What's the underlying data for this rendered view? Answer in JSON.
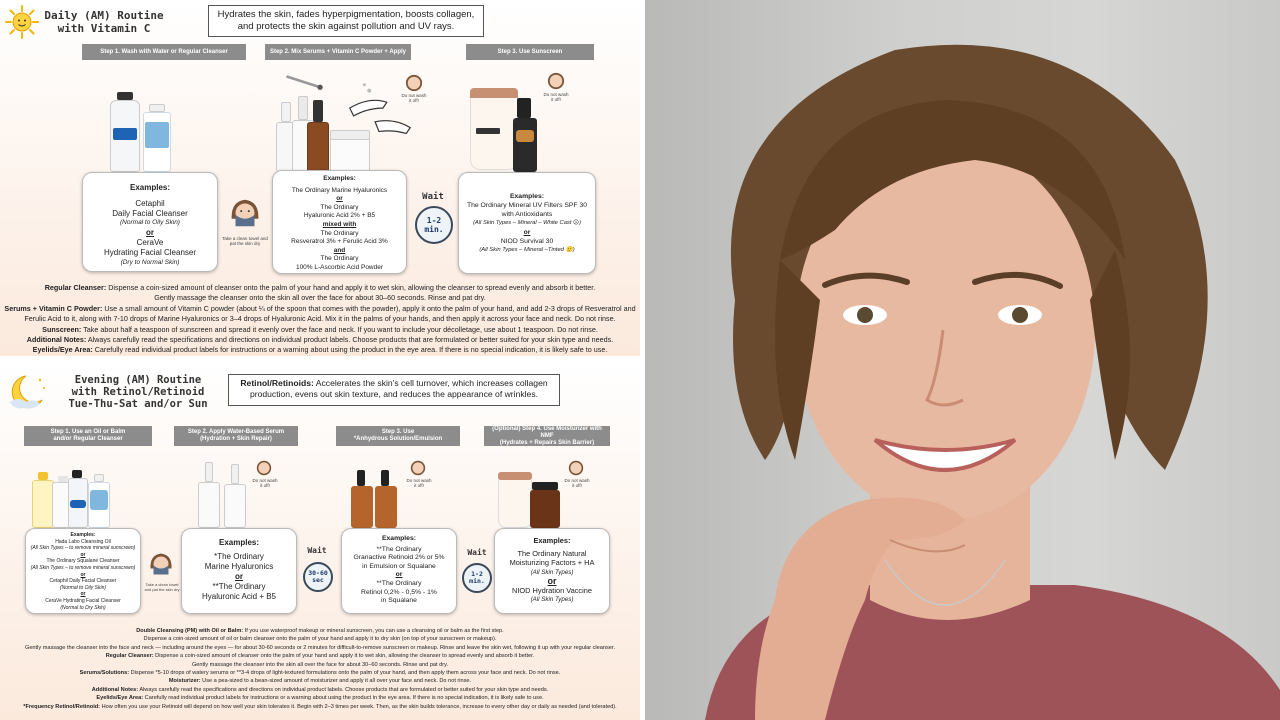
{
  "am": {
    "title": "Daily (AM) Routine\nwith Vitamin C",
    "description": "Hydrates the skin, fades hyperpigmentation, boosts collagen, and protects the skin against pollution and UV rays.",
    "steps": [
      "Step 1. Wash with Water or Regular Cleanser",
      "Step 2. Mix Serums + Vitamin C Powder + Apply",
      "Step 3. Use Sunscreen"
    ],
    "card1": {
      "header": "Examples:",
      "line1": "Cetaphil",
      "line2": "Daily Facial Cleanser",
      "note1": "(Normal to Oily Skin)",
      "or": "or",
      "line3": "CeraVe",
      "line4": "Hydrating Facial Cleanser",
      "note2": "(Dry to Normal Skin)"
    },
    "card2": {
      "header": "Examples:",
      "line1": "The Ordinary Marine Hyaluronics",
      "or1": "or",
      "line2": "The Ordinary",
      "line3": "Hyaluronic Acid 2% + B5",
      "mixed": "mixed with",
      "line4": "The Ordinary",
      "line5": "Resveratrol 3% + Ferulic Acid 3%",
      "and": "and",
      "line6": "The Ordinary",
      "line7": "100% L-Ascorbic Acid Powder"
    },
    "card3": {
      "header": "Examples:",
      "line1": "The Ordinary Mineral UV Filters SPF 30",
      "line2": "with Antioxidants",
      "note1": "(All Skin Types – Mineral – White Cast 😕)",
      "or": "or",
      "line3": "NIOD Survival 30",
      "note2": "(All Skin Types – Mineral –Tinted 🙂)"
    },
    "towel_tip": "Take a clean towel and pat the skin dry",
    "wait": "Wait",
    "clock": "1-2\nmin.",
    "no_wash_1": "Do not wash it off!",
    "no_wash_2": "Do not wash it off!",
    "instructions": [
      {
        "label": "Regular Cleanser:",
        "text": " Dispense a coin-sized amount of cleanser onto the palm of your hand and apply it to wet skin, allowing the cleanser to spread evenly and absorb it better."
      },
      {
        "label": "",
        "text": "Gently massage the cleanser onto the skin all over the face for about 30–60 seconds. Rinse and pat dry."
      },
      {
        "label": "Serums + Vitamin C Powder:",
        "text": " Use a small amount of Vitamin C powder (about ¼ of the spoon that comes with the powder), apply it onto the palm of your hand, and add 2-3 drops of Resveratrol and Ferulic Acid to it, along with 7-10 drops of Marine Hyaluronics or 3–4 drops of Hyaluronic Acid. Mix it in the palms of your hands, and then apply it across your face and neck. Do not rinse."
      },
      {
        "label": "Sunscreen:",
        "text": " Take about half a teaspoon of sunscreen and spread it evenly over the face and neck. If you want to include your décolletage, use about 1 teaspoon. Do not rinse."
      },
      {
        "label": "Additional Notes:",
        "text": " Always carefully read the specifications and directions on individual product labels. Choose products that are formulated or better suited for your skin type and needs."
      },
      {
        "label": "Eyelids/Eye Area:",
        "text": " Carefully read individual product labels for instructions or a warning about using the product in the eye area. If there is no special indication, it is likely safe to use."
      }
    ]
  },
  "pm": {
    "title": "Evening (AM) Routine\nwith Retinol/Retinoid\nTue-Thu-Sat and/or Sun",
    "description_label": "Retinol/Retinoids:",
    "description": " Accelerates the skin's cell turnover, which increases collagen production, evens out skin texture, and reduces the appearance of wrinkles.",
    "steps": [
      "Step 1. Use an Oil or Balm\nand/or Regular Cleanser",
      "Step 2. Apply Water-Based Serum\n(Hydration + Skin Repair)",
      "Step 3. Use\n*Anhydrous Solution/Emulsion",
      "(Optional) Step 4. Use Moisturizer with NMF\n(Hydrates + Repairs Skin Barrier)"
    ],
    "card1": {
      "header": "Examples:",
      "line1": "Hada Labo Cleansing Oil",
      "note1": "(All Skin Types – to remove mineral sunscreen)",
      "or1": "or",
      "line2": "The Ordinary Squalane Cleanser",
      "note2": "(All Skin Types – to remove mineral sunscreen)",
      "or2": "or",
      "line3": "Cetaphil Daily Facial Cleanser",
      "note3": "(Normal to Oily Skin)",
      "or3": "or",
      "line4": "CeraVe Hydrating Facial Cleanser",
      "note4": "(Normal to Dry Skin)"
    },
    "card2": {
      "header": "Examples:",
      "line1": "*The Ordinary",
      "line2": "Marine Hyaluronics",
      "or": "or",
      "line3": "**The Ordinary",
      "line4": "Hyaluronic Acid + B5"
    },
    "card3": {
      "header": "Examples:",
      "line1": "**The Ordinary",
      "line2": "Granactive Retinoid 2% or 5%",
      "line3": "in Emulsion or Squalane",
      "or": "or",
      "line4": "**The Ordinary",
      "line5": "Retinol 0,2% - 0,5% - 1%",
      "line6": "in Squalane"
    },
    "card4": {
      "header": "Examples:",
      "line1": "The Ordinary Natural",
      "line2": "Moisturizing Factors + HA",
      "note1": "(All Skin Types)",
      "or": "or",
      "line3": "NIOD Hydration Vaccine",
      "note2": "(All Skin Types)"
    },
    "towel_tip": "Take a clean towel and pat the skin dry",
    "wait1": "Wait",
    "clock1": "30-60\nsec",
    "wait2": "Wait",
    "clock2": "1-2\nmin.",
    "no_wash_1": "Do not wash it off!",
    "no_wash_2": "Do not wash it off!",
    "no_wash_3": "Do not wash it off!",
    "instructions": [
      {
        "label": "Double Cleansing (PM) with Oil or Balm:",
        "text": " If you use waterproof makeup or mineral sunscreen, you can use a cleansing oil or balm as the first step."
      },
      {
        "label": "",
        "text": "Dispense a coin-sized amount of oil or balm cleanser onto the palm of your hand and apply it to dry skin (on top of your sunscreen or makeup)."
      },
      {
        "label": "",
        "text": "Gently massage the cleanser into the face and neck — including around the eyes — for about 30-60 seconds or 2 minutes for difficult-to-remove sunscreen or makeup. Rinse and leave the skin wet, following it up with your regular cleanser."
      },
      {
        "label": "Regular Cleanser:",
        "text": " Dispense a coin-sized amount of cleanser onto the palm of your hand and apply it to wet skin, allowing the cleanser to spread evenly and absorb it better."
      },
      {
        "label": "",
        "text": "Gently massage the cleanser into the skin all over the face for about 30–60 seconds. Rinse and pat dry."
      },
      {
        "label": "Serums/Solutions:",
        "text": " Dispense *5-10 drops of watery serums or **3-4 drops of light-textured formulations onto the palm of your hand, and then apply them across your face and neck. Do not rinse."
      },
      {
        "label": "Moisturizer:",
        "text": " Use a pea-sized to a bean-sized amount of moisturizer and apply it all over your face and neck. Do not rinse."
      },
      {
        "label": "Additional Notes:",
        "text": " Always carefully read the specifications and directions on individual product labels. Choose products that are formulated or better suited for your skin type and needs."
      },
      {
        "label": "Eyelids/Eye Area:",
        "text": " Carefully read individual product labels for instructions or a warning about using the product in the eye area. If there is no special indication, it is likely safe to use."
      },
      {
        "label": "*Frequency Retinol/Retinoid:",
        "text": " How often you use your Retinoid will depend on how well your skin tolerates it. Begin with 2–3 times per week. Then, as the skin builds tolerance, increase to every other day or daily as needed (and tolerated)."
      }
    ]
  },
  "colors": {
    "step_bg": "#8c8c8c",
    "panel_tint": "#fbe9dc",
    "hair": "#6a4a2e",
    "skin": "#e8b9a1",
    "shirt": "#a0555a"
  }
}
